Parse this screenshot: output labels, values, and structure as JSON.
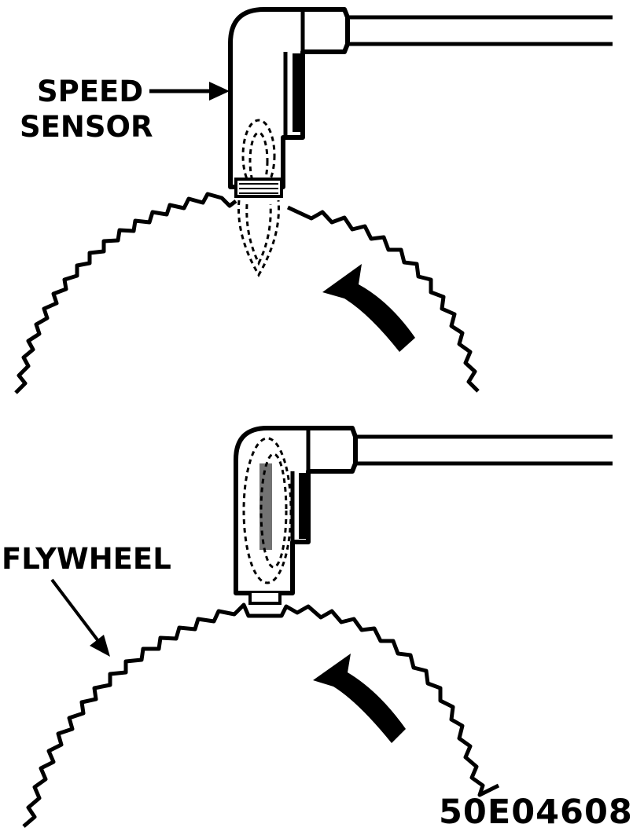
{
  "labels": {
    "speed_sensor_line1": "SPEED",
    "speed_sensor_line2": "SENSOR",
    "flywheel": "FLYWHEEL",
    "figure_code": "50E04608"
  },
  "colors": {
    "ink": "#000000",
    "background": "#ffffff"
  },
  "icons": {
    "rotation_arrow": "curved-rotation-arrow-icon",
    "sensor": "speed-sensor-icon"
  }
}
